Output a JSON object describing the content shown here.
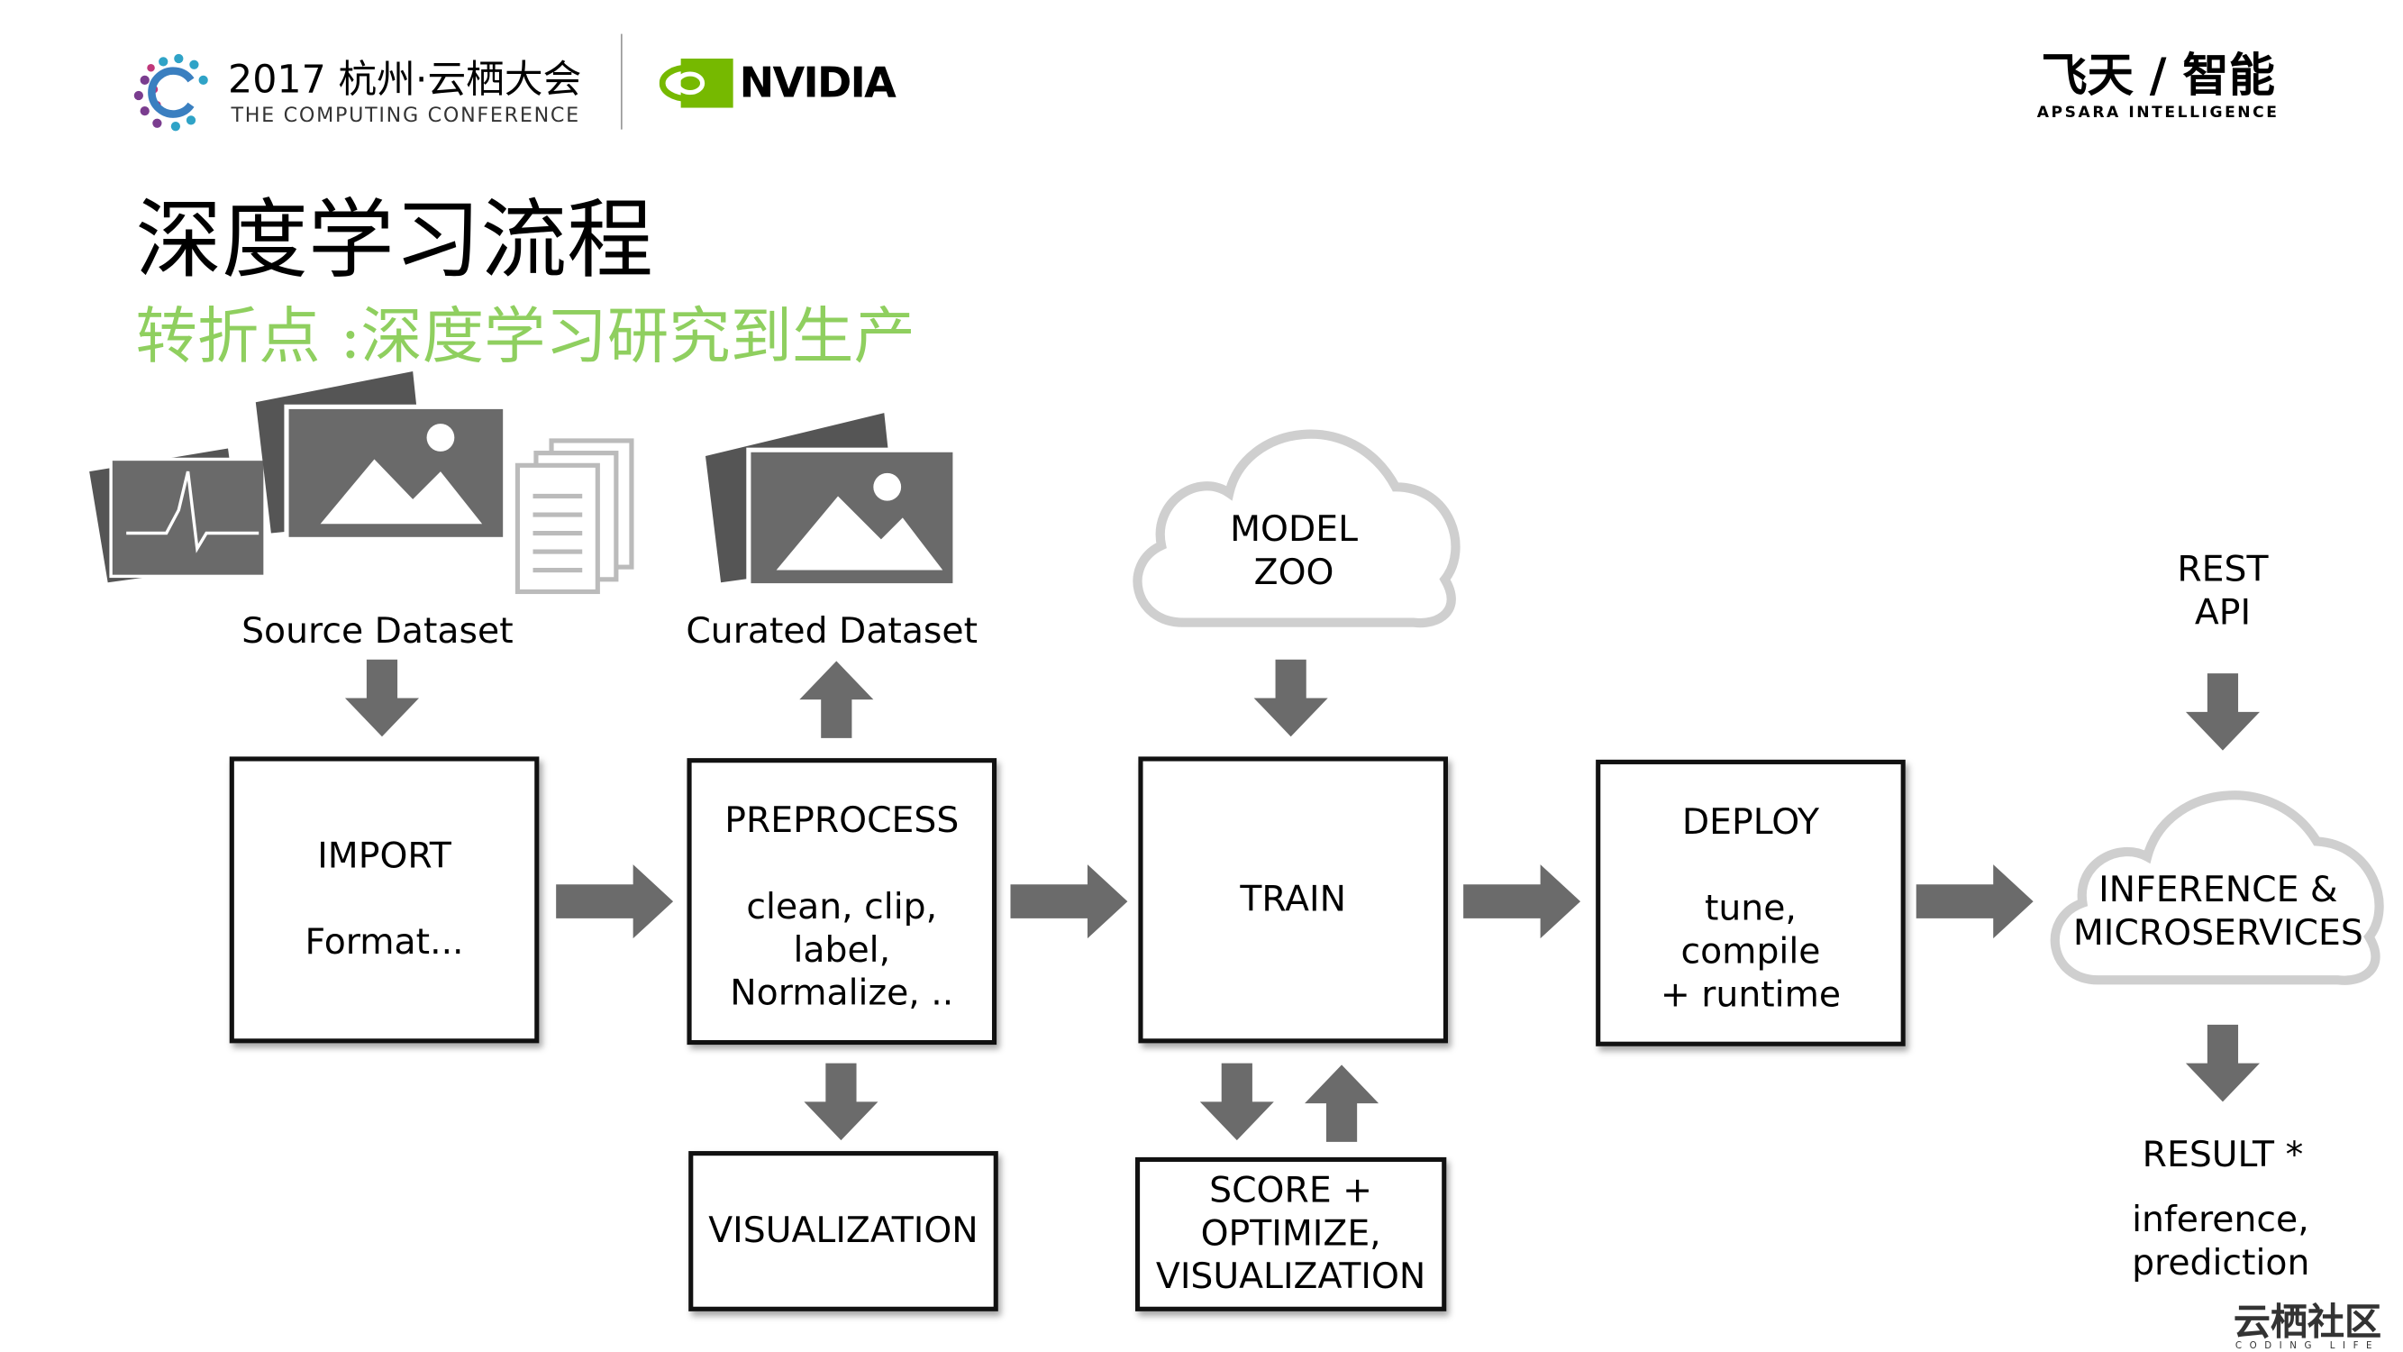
{
  "header": {
    "conference_year_title": "2017 杭州·云栖大会",
    "conference_subtitle": "THE COMPUTING CONFERENCE",
    "partner_logo": "NVIDIA",
    "brand_logo": "飞天 / 智能",
    "brand_subtitle": "APSARA INTELLIGENCE"
  },
  "title": "深度学习流程",
  "subtitle": "转折点 :深度学习研究到生产",
  "colors": {
    "subtitle": "#8fcf5f",
    "arrow": "#6b6b6b",
    "nvidia_green": "#76b900",
    "accent_blue": "#3a5bd9"
  },
  "diagram": {
    "source_dataset": "Source Dataset",
    "curated_dataset": "Curated Dataset",
    "model_zoo": [
      "MODEL",
      "ZOO"
    ],
    "rest_api": [
      "REST",
      "API"
    ],
    "import": {
      "title": "IMPORT",
      "detail": "Format..."
    },
    "preprocess": {
      "title": "PREPROCESS",
      "detail": [
        "clean, clip,",
        "label,",
        "Normalize, .."
      ]
    },
    "train": {
      "title": "TRAIN"
    },
    "deploy": {
      "title": "DEPLOY",
      "detail": [
        "tune,",
        "compile",
        "+ runtime"
      ]
    },
    "inference": [
      "INFERENCE &",
      "MICROSERVICES"
    ],
    "visualization": "VISUALIZATION",
    "score": [
      "SCORE +",
      "OPTIMIZE,",
      "VISUALIZATION"
    ],
    "result": {
      "title": "RESULT *",
      "detail": [
        "inference,",
        "prediction"
      ]
    }
  },
  "watermark": {
    "text": "云栖社区",
    "sub": "CODING LIFE"
  }
}
